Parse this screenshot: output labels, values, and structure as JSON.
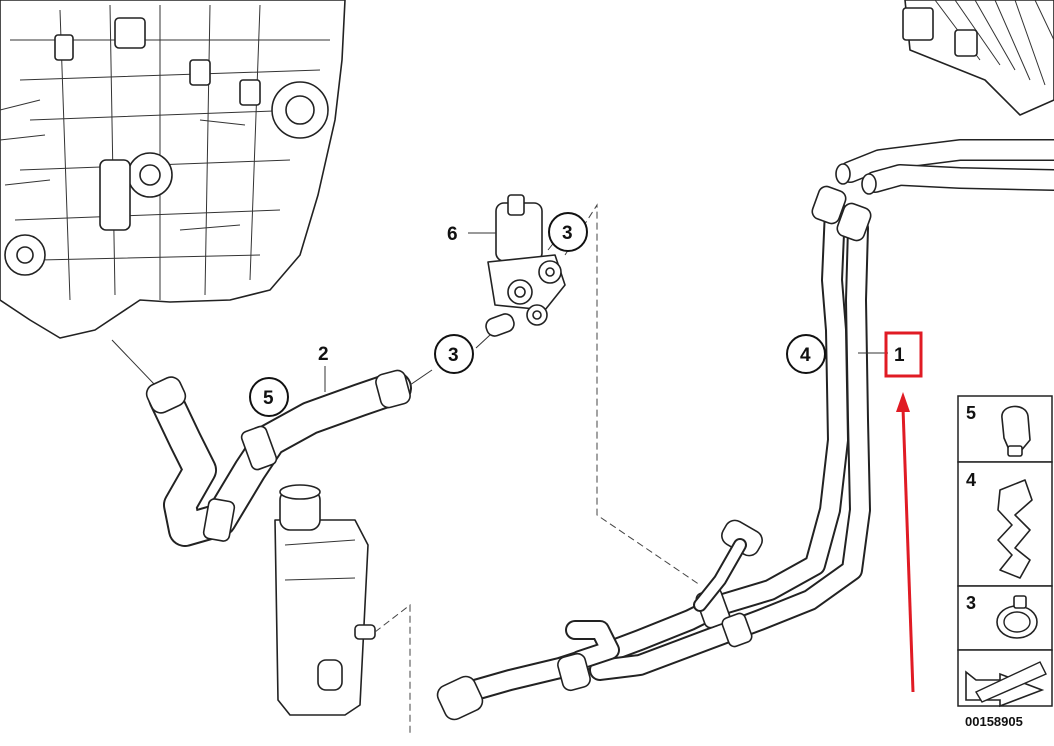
{
  "callouts": {
    "c1": "1",
    "c2": "2",
    "c3a": "3",
    "c3b": "3",
    "c4": "4",
    "c5": "5",
    "c6": "6"
  },
  "legend": {
    "row1": "5",
    "row2": "4",
    "row3": "3"
  },
  "drawing_number": "00158905",
  "colors": {
    "highlight": "#e01b24",
    "line": "#222222",
    "background": "#ffffff"
  }
}
